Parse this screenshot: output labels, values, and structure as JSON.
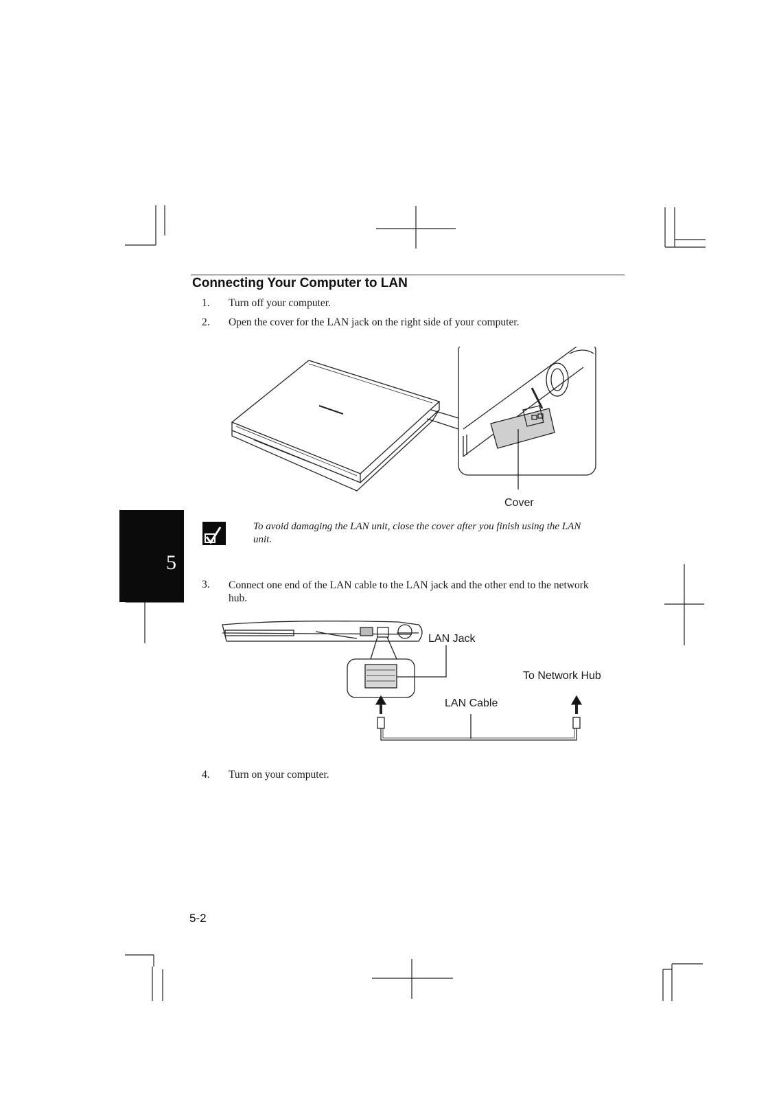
{
  "section": {
    "heading": "Connecting Your Computer to LAN",
    "chapter_tab": "5",
    "page_number": "5-2"
  },
  "steps": [
    {
      "num": "1.",
      "text": "Turn off your computer."
    },
    {
      "num": "2.",
      "text": "Open the cover for the LAN jack on the right side of your computer."
    },
    {
      "num": "3.",
      "text": "Connect one end of the LAN cable to the LAN jack and the other end to the network hub."
    },
    {
      "num": "4.",
      "text": "Turn on your computer."
    }
  ],
  "note": {
    "icon": "note-check-icon",
    "text": "To avoid damaging the LAN unit, close the cover after you finish using the LAN unit."
  },
  "figure1": {
    "label_cover": "Cover"
  },
  "figure2": {
    "label_lan_jack": "LAN Jack",
    "label_to_hub": "To Network Hub",
    "label_lan_cable": "LAN Cable"
  }
}
